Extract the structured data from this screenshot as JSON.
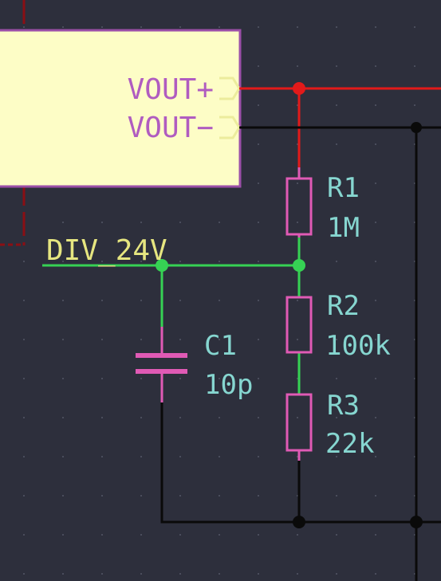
{
  "module": {
    "pins": [
      {
        "name": "VOUT+"
      },
      {
        "name": "VOUT−"
      }
    ]
  },
  "net_label": "DIV_24V",
  "components": {
    "R1": {
      "ref": "R1",
      "value": "1M"
    },
    "R2": {
      "ref": "R2",
      "value": "100k"
    },
    "R3": {
      "ref": "R3",
      "value": "22k"
    },
    "C1": {
      "ref": "C1",
      "value": "10p"
    }
  },
  "colors": {
    "background": "#2d2f3c",
    "module_fill": "#fdfdc6",
    "module_border": "#9b4fa8",
    "pin_text": "#b05cc0",
    "pin_marker": "#ecec9c",
    "component_body": "#e05ab5",
    "component_text": "#86d6d0",
    "wire_positive": "#e21a1a",
    "wire_default": "#0a0a0a",
    "wire_net": "#36d254",
    "net_label_text": "#e6e680",
    "sheet_border": "#8a0f14"
  }
}
